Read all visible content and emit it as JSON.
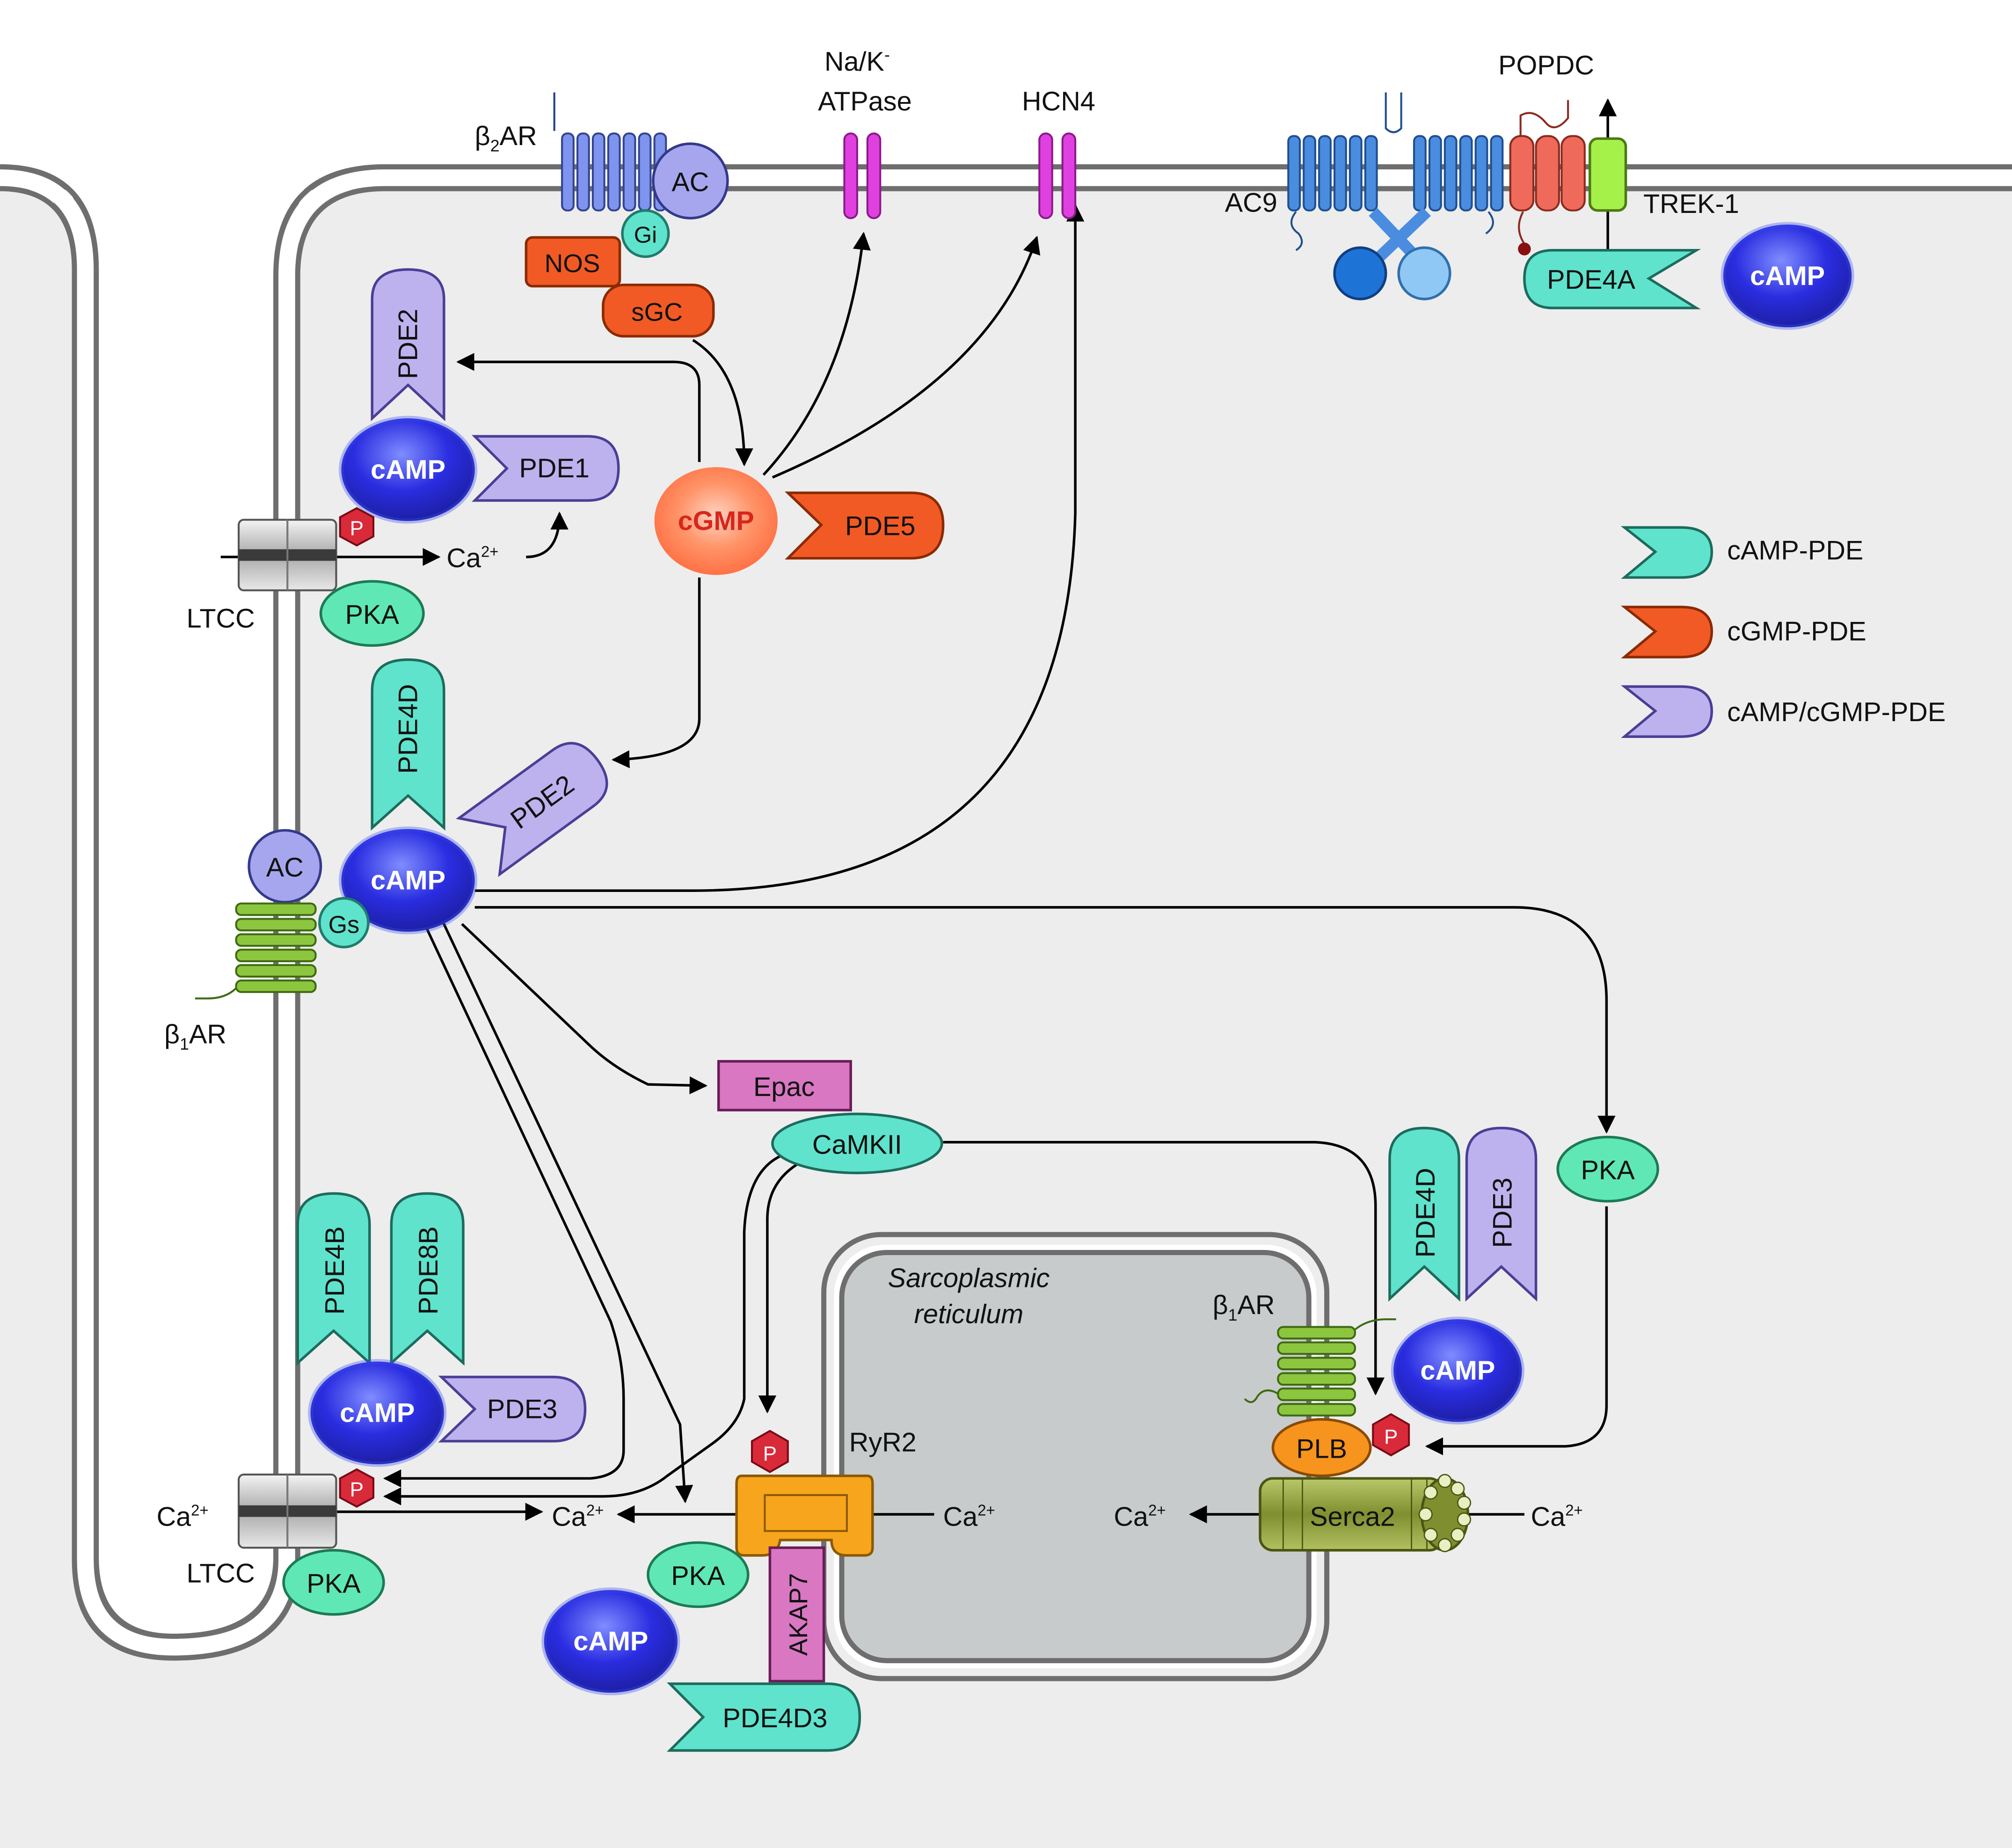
{
  "labels": {
    "b2ar": "β",
    "b2ar_sub": "2",
    "b2ar_suffix": "AR",
    "ac_top": "AC",
    "gi": "Gi",
    "nos": "NOS",
    "sgc": "sGC",
    "nak_line1": "Na/K",
    "nak_sup": "-",
    "nak_line2": "ATPase",
    "hcn4": "HCN4",
    "popdc": "POPDC",
    "ac9": "AC9",
    "trek1": "TREK-1",
    "pde4a": "PDE4A",
    "camp": "cAMP",
    "pde2": "PDE2",
    "pde1": "PDE1",
    "cgmp": "cGMP",
    "pde5": "PDE5",
    "p": "P",
    "ca": "Ca",
    "ca_sup": "2+",
    "ltcc": "LTCC",
    "pka": "PKA",
    "pde4d": "PDE4D",
    "ac_mid": "AC",
    "gs": "Gs",
    "b1ar": "β",
    "b1ar_sub": "1",
    "b1ar_suffix": "AR",
    "epac": "Epac",
    "camkii": "CaMKII",
    "pde4b": "PDE4B",
    "pde8b": "PDE8B",
    "pde3": "PDE3",
    "sr_line1": "Sarcoplasmic",
    "sr_line2": "reticulum",
    "ryr2": "RyR2",
    "akap7": "AKAP7",
    "pde4d3": "PDE4D3",
    "plb": "PLB",
    "serca2": "Serca2"
  },
  "legend": [
    {
      "label": "cAMP-PDE",
      "color": "#5fe3cc"
    },
    {
      "label": "cGMP-PDE",
      "color": "#f15a24"
    },
    {
      "label": "cAMP/cGMP-PDE",
      "color": "#bdb2ee"
    }
  ],
  "colors": {
    "camp_pde": "#5fe3cc",
    "cgmp_pde": "#f15a24",
    "dual_pde": "#bdb2ee",
    "camp": "#2a2de0",
    "cgmp": "#ff7a52",
    "pka": "#5fe8b5",
    "receptor_blue": "#4a8de0",
    "b1ar_green": "#8cc63f",
    "channel_pink": "#e040e0",
    "epac": "#d977c2",
    "ryr2": "#f7a51c",
    "plb": "#f7941d",
    "serca": "#8a9a3a",
    "phospho": "#d92a3a",
    "cytosol": "#ededed",
    "sr": "#c8cbcb"
  }
}
